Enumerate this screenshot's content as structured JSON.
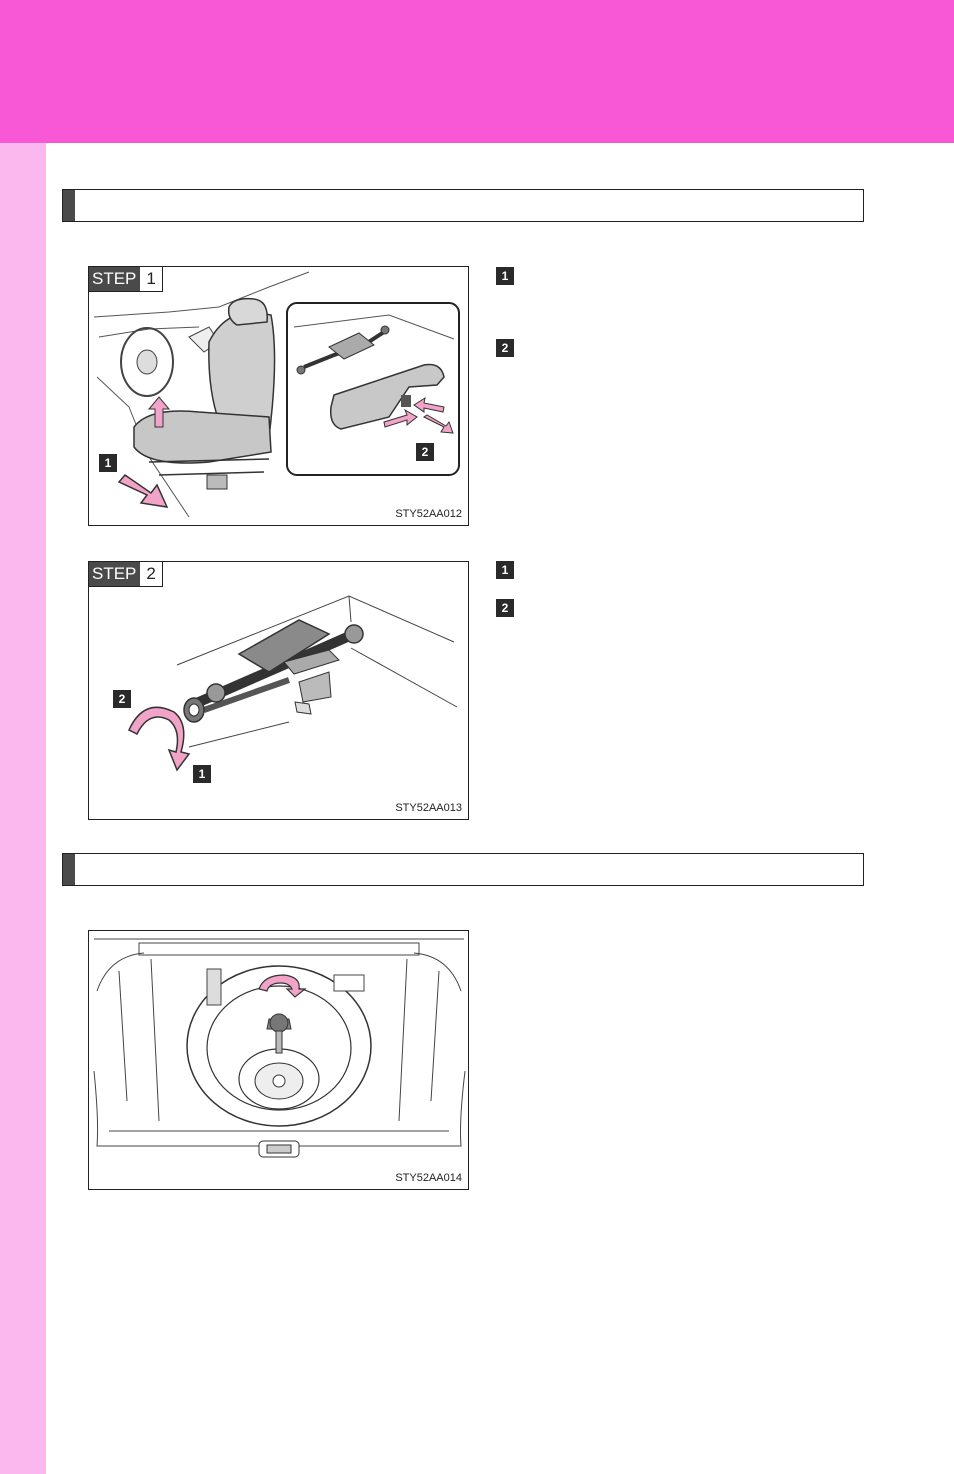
{
  "section1": {
    "title": ""
  },
  "figure1": {
    "step_word": "STEP",
    "step_num": "1",
    "code": "STY52AA012",
    "callout1": "1",
    "callout2": "2"
  },
  "figure1_steps": [
    {
      "num": "1",
      "text": ""
    },
    {
      "num": "2",
      "text": ""
    }
  ],
  "figure2": {
    "step_word": "STEP",
    "step_num": "2",
    "code": "STY52AA013",
    "callout1": "1",
    "callout2": "2"
  },
  "figure2_steps": [
    {
      "num": "1",
      "text": ""
    },
    {
      "num": "2",
      "text": ""
    }
  ],
  "section2": {
    "title": ""
  },
  "figure3": {
    "code": "STY52AA014"
  },
  "colors": {
    "top_band": "#f857d6",
    "side_band": "#fbb8ee",
    "arrow_pink": "#f1a3c8",
    "dark_box": "#2a2a2a"
  }
}
